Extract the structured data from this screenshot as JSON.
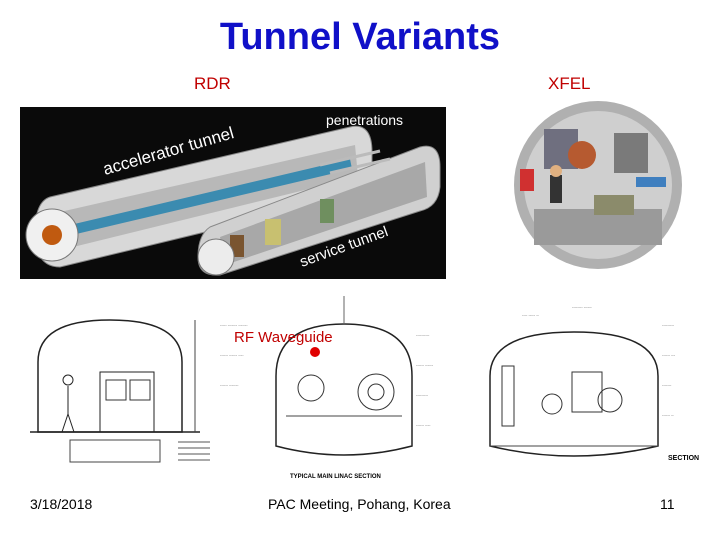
{
  "slide": {
    "title": "Tunnel Variants",
    "label_left": "RDR",
    "label_right": "XFEL",
    "date": "3/18/2018",
    "meeting": "PAC Meeting, Pohang, Korea",
    "page": "11"
  },
  "rdr_render": {
    "accelerator_tunnel": "accelerator tunnel",
    "penetrations": "penetrations",
    "service_tunnel": "service tunnel"
  },
  "section_drawing": {
    "rf_waveguide": "RF Waveguide",
    "caption": "TYPICAL MAIN LINAC SECTION",
    "section_label": "SECTION"
  },
  "colors": {
    "title": "#1010c8",
    "labels": "#c00000",
    "render_bg": "#0a0a0a"
  }
}
